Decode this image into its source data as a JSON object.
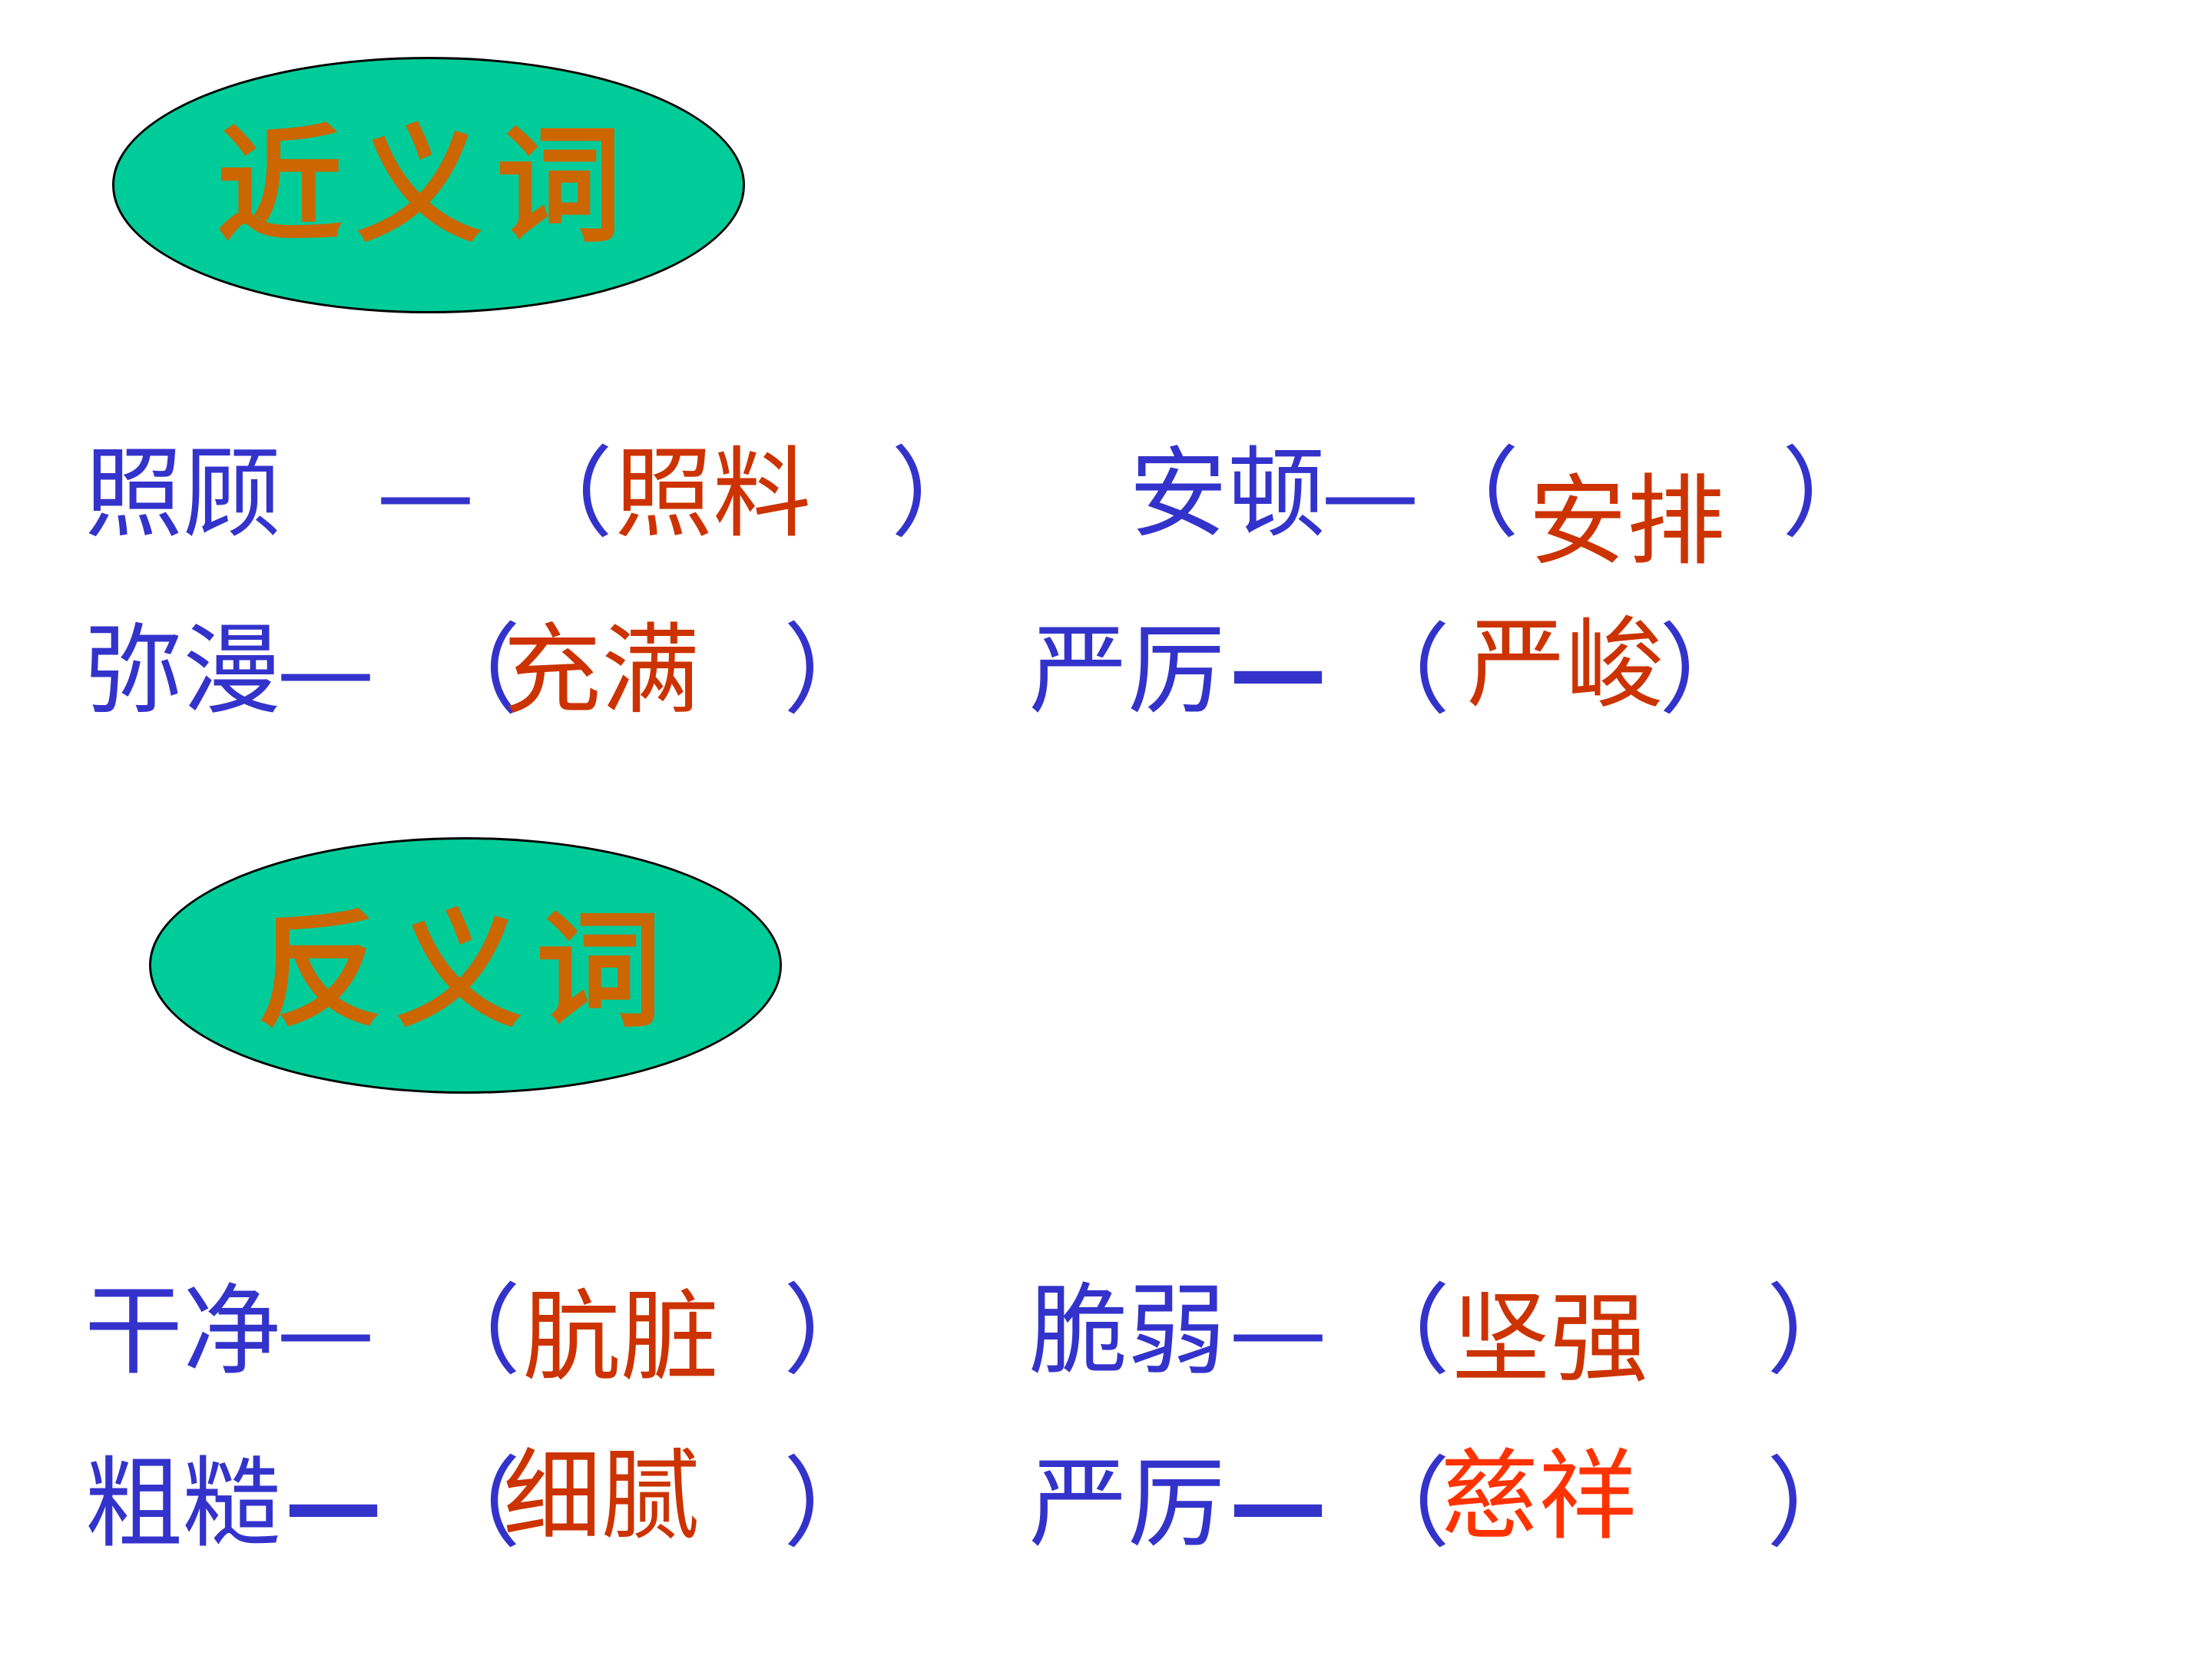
{
  "colors": {
    "oval_fill": "#00cc99",
    "heading_text": "#cc6600",
    "prompt_text": "#3333cc",
    "answer_text": "#cc3300",
    "answer_bright": "#ff3300"
  },
  "synonyms": {
    "heading": "近义词",
    "pairs": [
      {
        "word": "照顾",
        "dash": "—",
        "open": "（",
        "answer": "照料",
        "close": "）"
      },
      {
        "word": "安顿",
        "dash": "—",
        "open": "（",
        "answer": "安排",
        "close": "）"
      },
      {
        "word": "弥漫",
        "dash": "—",
        "open": "（",
        "answer": "充满",
        "close": "）"
      },
      {
        "word": "严厉",
        "dash": "—",
        "open": "（",
        "answer": "严峻",
        "close": "）"
      }
    ]
  },
  "antonyms": {
    "heading": "反义词",
    "pairs": [
      {
        "word": "干净",
        "dash": "—",
        "open": "（",
        "answer": "肮脏",
        "close": "）"
      },
      {
        "word": "脆弱",
        "dash": "—",
        "open": "（",
        "answer": "坚强",
        "close": "）"
      },
      {
        "word": "粗糙",
        "dash": "—",
        "open": "（",
        "answer": "细腻",
        "close": "）"
      },
      {
        "word": "严厉",
        "dash": "—",
        "open": "（",
        "answer": "慈祥",
        "close": "）"
      }
    ]
  }
}
